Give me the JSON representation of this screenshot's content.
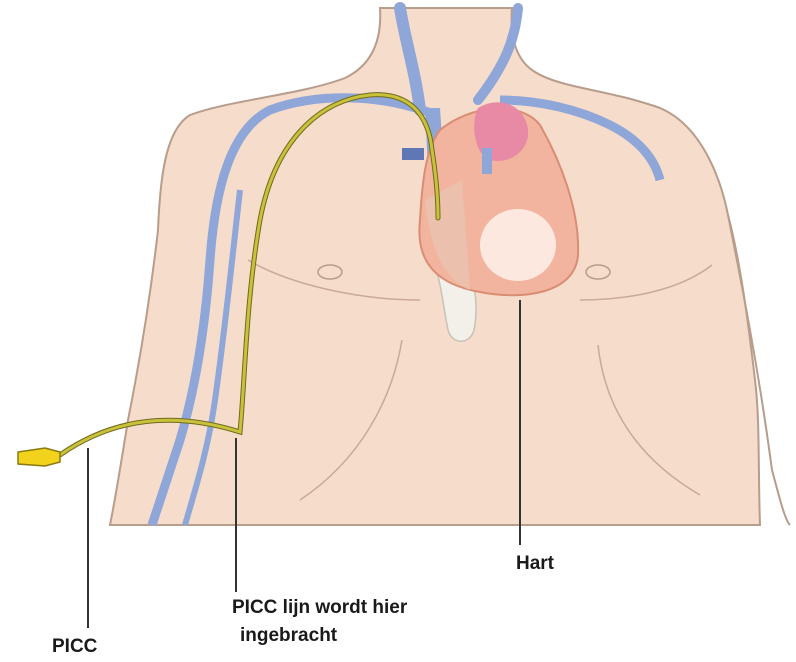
{
  "labels": {
    "hart": "Hart",
    "insertion_line1": "PICC lijn wordt hier",
    "insertion_line2": "ingebracht",
    "picc": "PICC"
  },
  "colors": {
    "skin": "#f6dccb",
    "skin_outline": "#b89c8c",
    "vein": "#8fa6d8",
    "vein_dark": "#5f77b5",
    "heart": "#f2b49e",
    "heart_dark": "#e28e72",
    "heart_highlight": "#fff1ea",
    "pink_artery": "#e88aa6",
    "picc_line": "#c9c13a",
    "picc_line_dark": "#6f6b1e",
    "connector": "#f2d21a",
    "leader_line": "#333333",
    "sternum": "#f3f0ea"
  }
}
